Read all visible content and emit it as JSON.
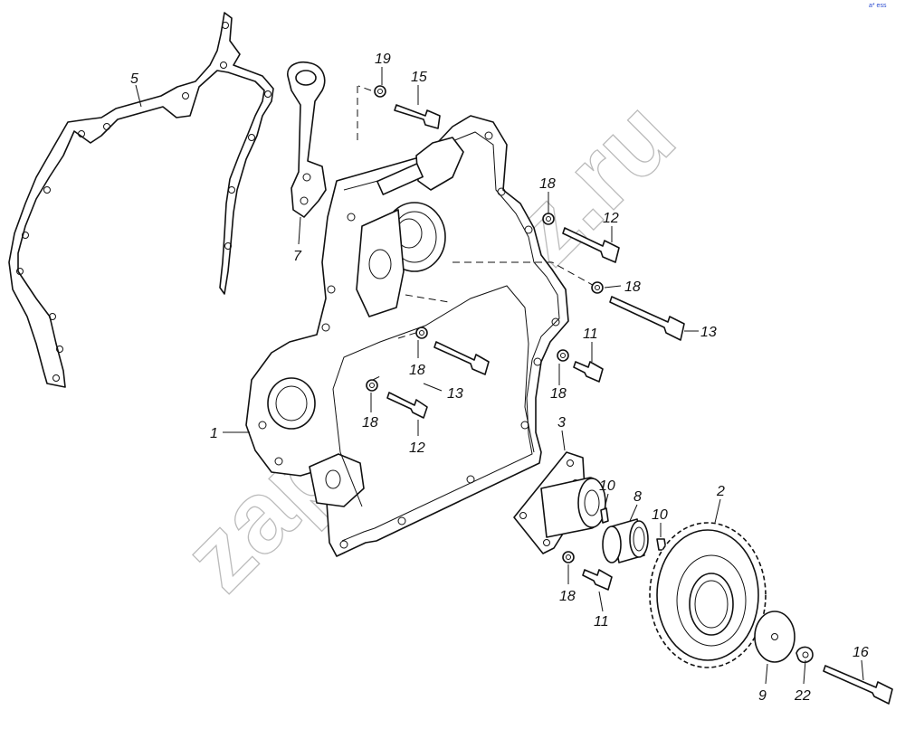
{
  "watermark": "zap-kamaz.ru",
  "corner_mark": "a* ess",
  "callouts": {
    "c1": "1",
    "c2": "2",
    "c3": "3",
    "c5": "5",
    "c7": "7",
    "c8": "8",
    "c9": "9",
    "c10a": "10",
    "c10b": "10",
    "c11a": "11",
    "c11b": "11",
    "c12a": "12",
    "c12b": "12",
    "c13a": "13",
    "c13b": "13",
    "c15": "15",
    "c16": "16",
    "c18a": "18",
    "c18b": "18",
    "c18c": "18",
    "c18d": "18",
    "c18e": "18",
    "c18f": "18",
    "c19": "19",
    "c22": "22"
  }
}
